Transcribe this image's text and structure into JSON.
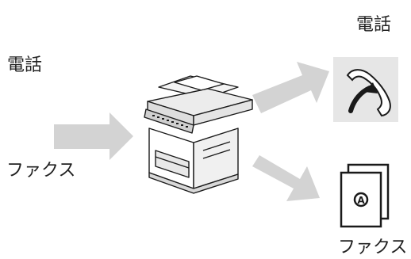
{
  "labels": {
    "incoming_phone": "電話",
    "incoming_fax": "ファクス",
    "outgoing_phone": "電話",
    "outgoing_fax": "ファクス"
  },
  "colors": {
    "arrow": "#d3d3d3",
    "phone_panel": "#e6e6e6",
    "ink": "#1a1a1a"
  },
  "icons": [
    "right-arrow-icon",
    "multifunction-printer-icon",
    "telephone-handset-icon",
    "fax-document-icon"
  ]
}
